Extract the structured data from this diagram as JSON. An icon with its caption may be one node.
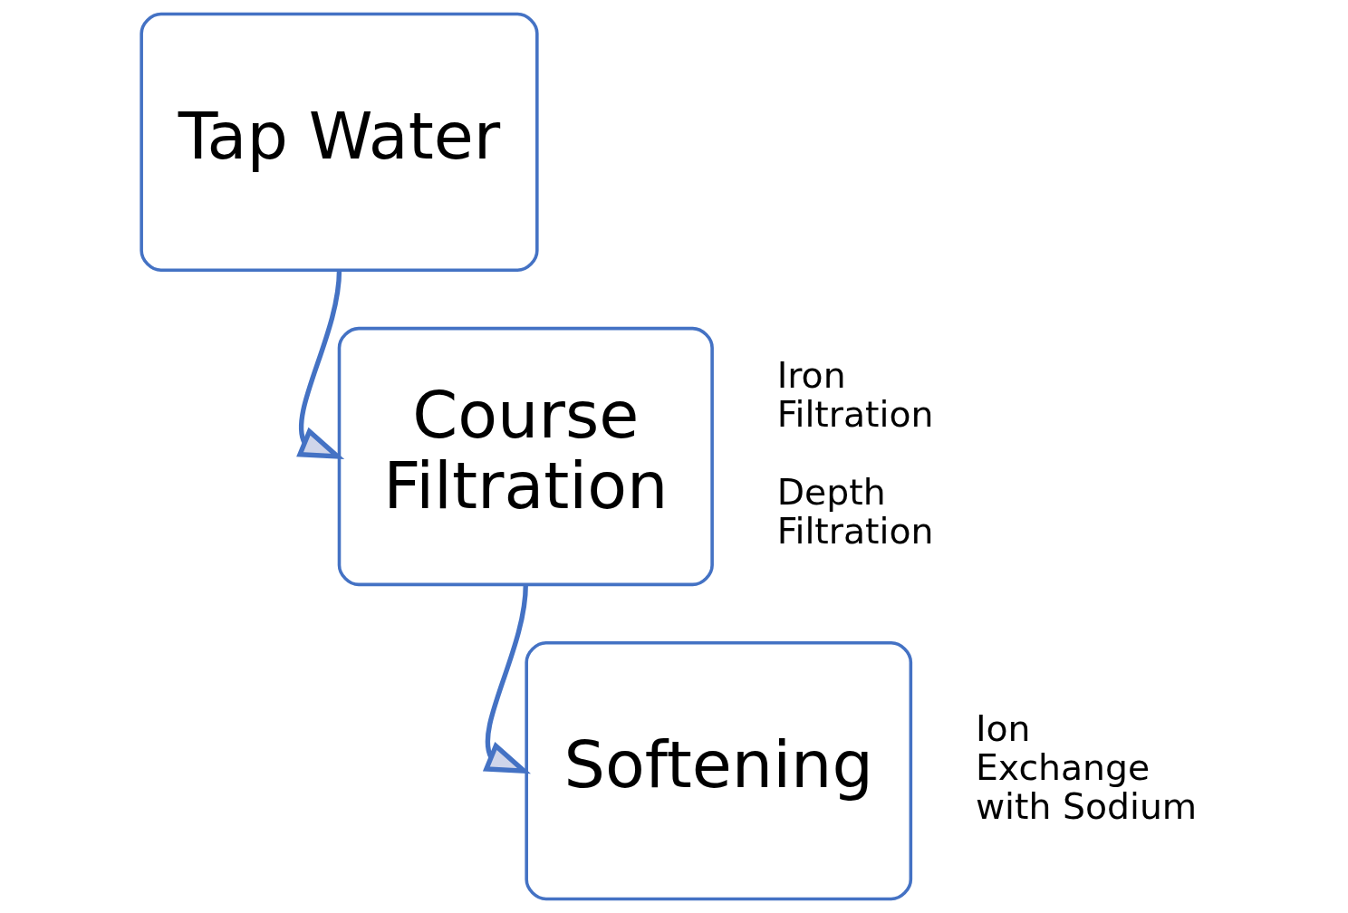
{
  "diagram": {
    "nodes": [
      {
        "text": [
          "Tap Water"
        ]
      },
      {
        "text": [
          "Course Filtration"
        ],
        "beside": [
          "Iron Filtration",
          "Depth Filtration"
        ]
      },
      {
        "text": [
          "Softening"
        ],
        "beside": [
          "Ion Exchange with Sodium"
        ]
      }
    ],
    "edges": [
      {
        "from": 0,
        "to": 1,
        "arrow": "to"
      },
      {
        "from": 1,
        "to": 2,
        "arrow": "to"
      }
    ]
  }
}
